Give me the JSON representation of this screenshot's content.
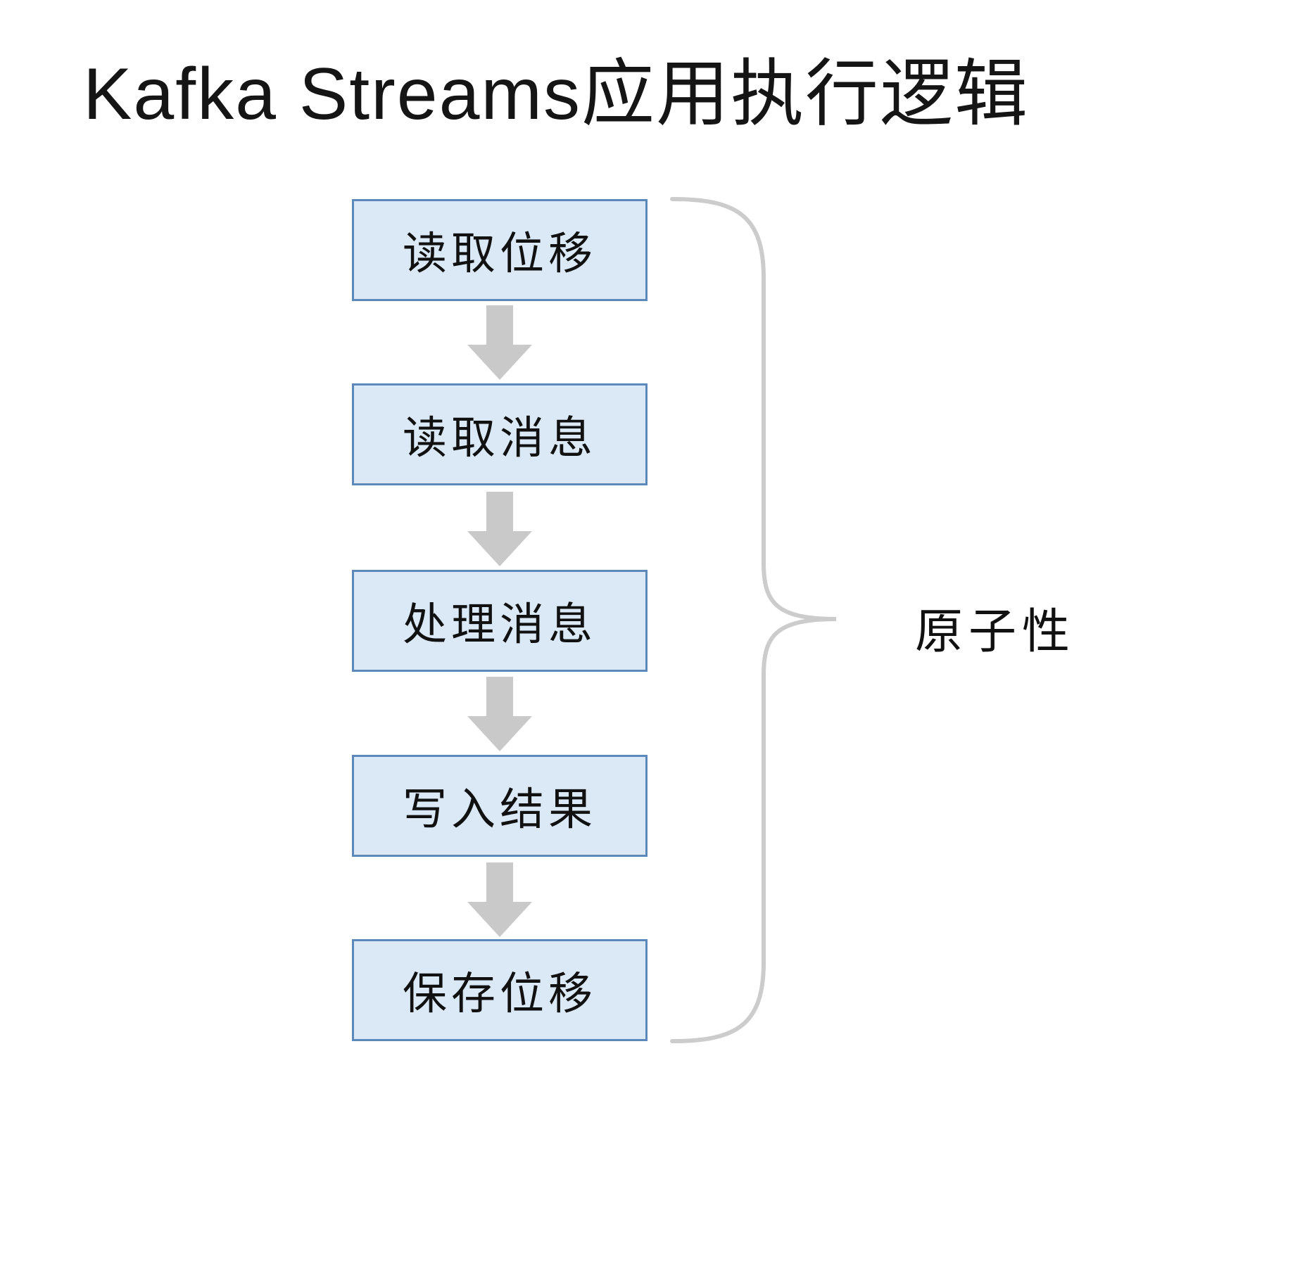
{
  "title": "Kafka Streams应用执行逻辑",
  "steps": [
    {
      "label": "读取位移"
    },
    {
      "label": "读取消息"
    },
    {
      "label": "处理消息"
    },
    {
      "label": "写入结果"
    },
    {
      "label": "保存位移"
    }
  ],
  "annotation": {
    "label": "原子性"
  },
  "colors": {
    "box_fill": "#dbe9f6",
    "box_border": "#5c88ba",
    "arrow": "#c9c9c9",
    "brace": "#cccccc",
    "text": "#111111"
  }
}
